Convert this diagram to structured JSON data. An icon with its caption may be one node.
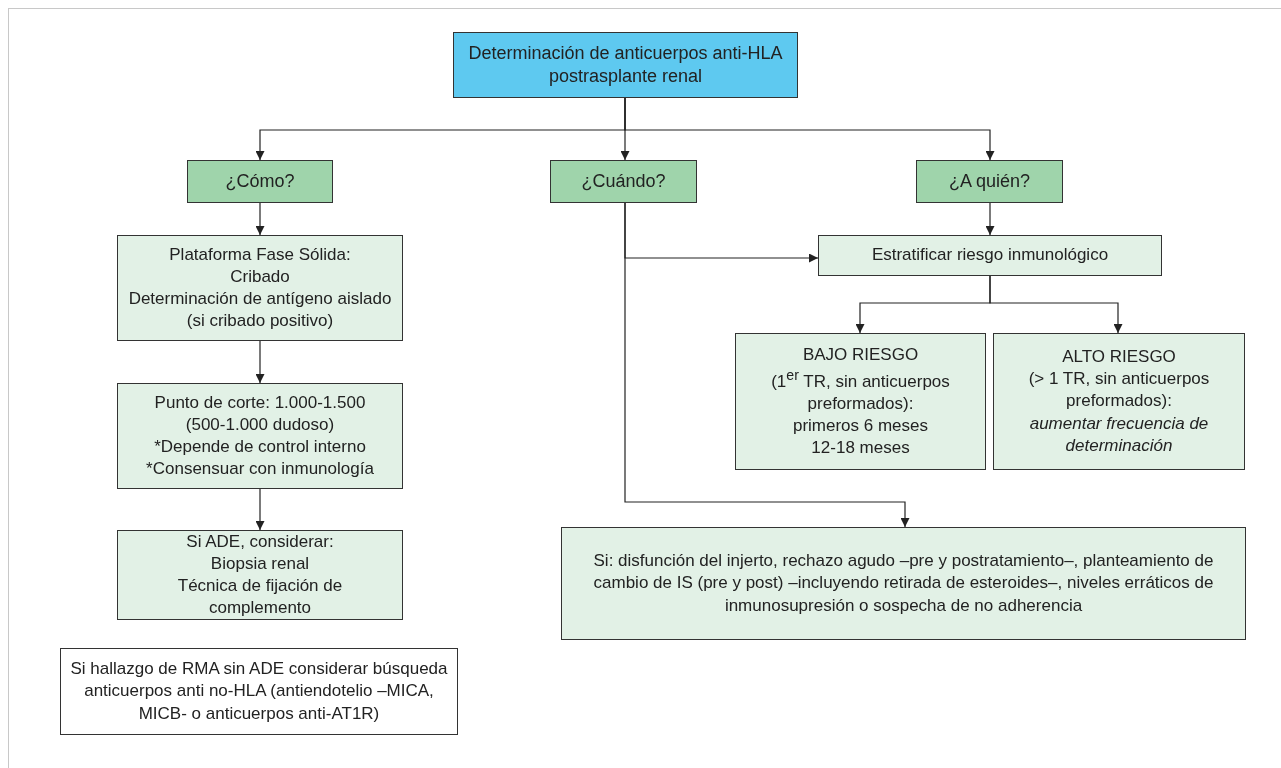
{
  "diagram": {
    "nodes": [
      {
        "text": [
          "Determinación de anticuerpos anti-HLA postrasplante renal"
        ]
      },
      {
        "text": [
          "¿Cómo?"
        ]
      },
      {
        "text": [
          "¿Cuándo?"
        ]
      },
      {
        "text": [
          "¿A quién?"
        ]
      },
      {
        "text": [
          "Plataforma Fase Sólida:",
          "Cribado",
          "Determinación de antígeno aislado",
          "(si cribado positivo)"
        ]
      },
      {
        "text": [
          "Estratificar riesgo inmunológico"
        ]
      },
      {
        "text": [
          "Punto de corte: 1.000-1.500",
          "(500-1.000 dudoso)",
          "*Depende de control interno",
          "*Consensuar con inmunología"
        ]
      },
      {
        "text": [
          "BAJO RIESGO",
          "(1$^{er}$ TR, sin anticuerpos preformados):",
          "primeros 6 meses",
          "12-18 meses"
        ]
      },
      {
        "text": [
          "ALTO RIESGO",
          "(> 1 TR, sin anticuerpos preformados):",
          "*aumentar frecuencia de determinación*"
        ]
      },
      {
        "text": [
          "Si ADE, considerar:",
          "Biopsia renal",
          "Técnica de fijación de complemento"
        ]
      },
      {
        "text": [
          "Si: disfunción del injerto, rechazo agudo –pre y postratamiento–, planteamiento de cambio de IS (pre y post) –incluyendo retirada de esteroides–, niveles erráticos de inmunosupresión o sospecha de no adherencia"
        ]
      },
      {
        "text": [
          "Si hallazgo de RMA sin ADE considerar búsqueda anticuerpos anti no-HLA (antiendotelio –MICA, MICB- o anticuerpos anti-AT1R)"
        ]
      }
    ],
    "edges": [
      {
        "from": 0,
        "to": 1,
        "arrow": "to"
      },
      {
        "from": 0,
        "to": 2,
        "arrow": "to"
      },
      {
        "from": 0,
        "to": 3,
        "arrow": "to"
      },
      {
        "from": 1,
        "to": 4,
        "arrow": "to"
      },
      {
        "from": 4,
        "to": 6,
        "arrow": "to"
      },
      {
        "from": 6,
        "to": 9,
        "arrow": "to"
      },
      {
        "from": 3,
        "to": 5,
        "arrow": "to"
      },
      {
        "from": 2,
        "to": 5,
        "arrow": "to"
      },
      {
        "from": 5,
        "to": 7,
        "arrow": "to"
      },
      {
        "from": 5,
        "to": 8,
        "arrow": "to"
      },
      {
        "from": 2,
        "to": 10,
        "arrow": "to"
      }
    ]
  }
}
